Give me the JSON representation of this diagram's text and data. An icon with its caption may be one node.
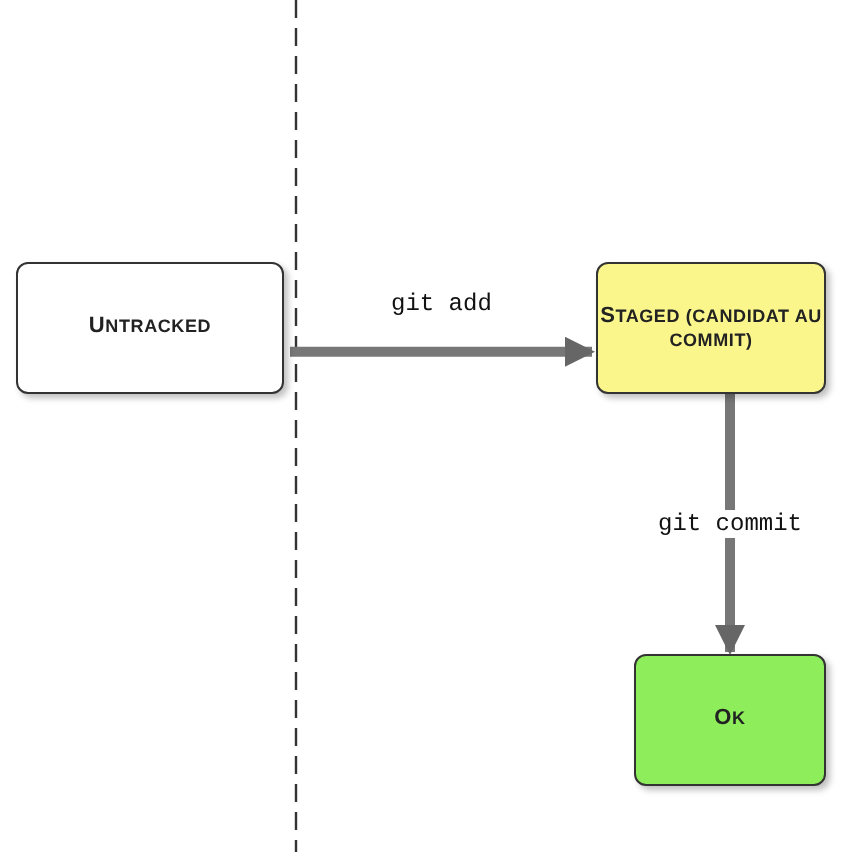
{
  "diagram": {
    "nodes": [
      {
        "text": [
          "UNTRACKED"
        ]
      },
      {
        "text": [
          "STAGED (CANDIDAT AU COMMIT)"
        ]
      },
      {
        "text": [
          "OK"
        ]
      }
    ],
    "edges": [
      {
        "from": 0,
        "to": 1,
        "arrow": "to",
        "label": "git add"
      },
      {
        "from": 1,
        "to": 2,
        "arrow": "to",
        "label": "git commit"
      }
    ]
  }
}
